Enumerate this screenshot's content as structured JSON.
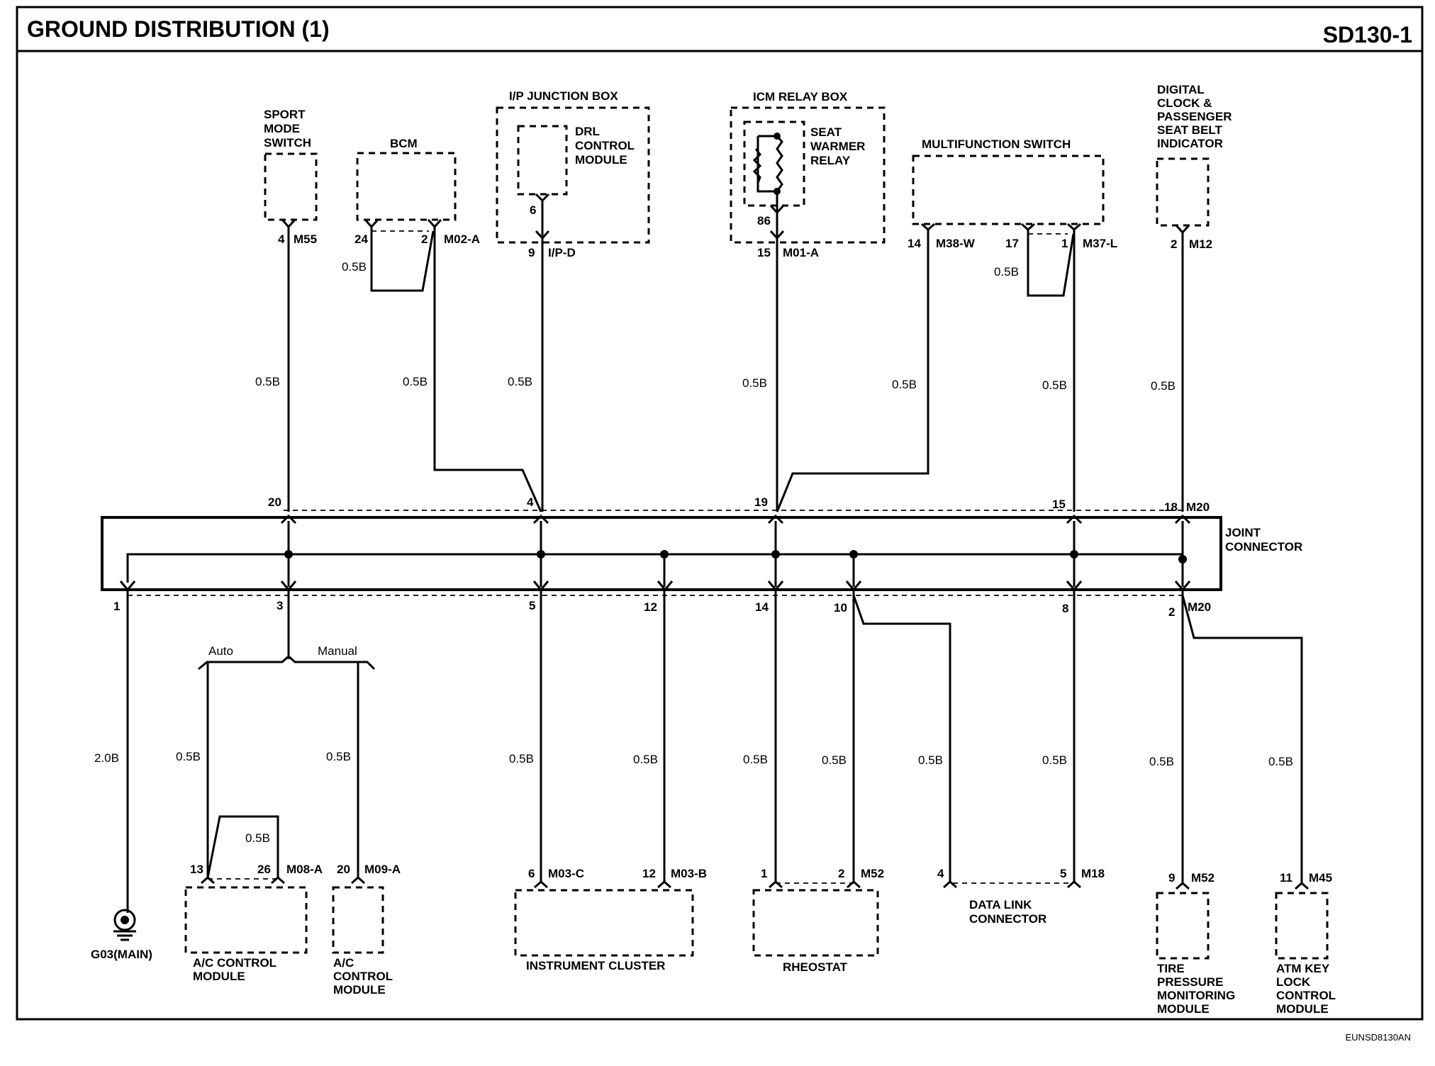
{
  "header": {
    "title": "GROUND DISTRIBUTION (1)",
    "code": "SD130-1"
  },
  "footer_code": "EUNSD8130AN",
  "joint_connector": {
    "label_line1": "JOINT",
    "label_line2": "CONNECTOR",
    "connector_top": "M20",
    "connector_bottom": "M20"
  },
  "top_components": {
    "sport_mode": {
      "lines": [
        "SPORT",
        "MODE",
        "SWITCH"
      ],
      "pin": "4",
      "connector": "M55",
      "wire": "0.5B",
      "jc_pin": "20"
    },
    "bcm": {
      "name": "BCM",
      "pin_a": "24",
      "pin_b": "2",
      "connector": "M02-A",
      "jumper_wire": "0.5B",
      "wire": "0.5B",
      "jc_pin": "4"
    },
    "ip_junction": {
      "name": "I/P JUNCTION BOX",
      "module_lines": [
        "DRL",
        "CONTROL",
        "MODULE"
      ],
      "inner_pin": "6",
      "pin": "9",
      "connector": "I/P-D",
      "wire": "0.5B"
    },
    "icm_relay": {
      "name": "ICM RELAY BOX",
      "module_lines": [
        "SEAT",
        "WARMER",
        "RELAY"
      ],
      "inner_pin": "86",
      "pin": "15",
      "connector": "M01-A",
      "wire": "0.5B",
      "jc_pin": "19"
    },
    "multifunction": {
      "name": "MULTIFUNCTION SWITCH",
      "pin_a": "14",
      "connector_a": "M38-W",
      "pin_b": "17",
      "pin_c": "1",
      "connector_b": "M37-L",
      "jumper_wire": "0.5B",
      "wire_a": "0.5B",
      "wire_b": "0.5B",
      "jc_pin": "15"
    },
    "digital_clock": {
      "lines": [
        "DIGITAL",
        "CLOCK &",
        "PASSENGER",
        "SEAT BELT",
        "INDICATOR"
      ],
      "pin": "2",
      "connector": "M12",
      "wire": "0.5B",
      "jc_pin": "18"
    }
  },
  "bottom_components": {
    "ground": {
      "jc_pin": "1",
      "wire": "2.0B",
      "label": "G03(MAIN)"
    },
    "ac_branch": {
      "jc_pin": "3",
      "auto": "Auto",
      "manual": "Manual"
    },
    "ac_auto": {
      "wire": "0.5B",
      "jumper_wire": "0.5B",
      "pin_a": "13",
      "pin_b": "26",
      "connector": "M08-A",
      "lines": [
        "A/C CONTROL",
        "MODULE"
      ]
    },
    "ac_manual": {
      "wire": "0.5B",
      "pin": "20",
      "connector": "M09-A",
      "lines": [
        "A/C",
        "CONTROL",
        "MODULE"
      ]
    },
    "cluster": {
      "jc_pin_a": "5",
      "jc_pin_b": "12",
      "wire_a": "0.5B",
      "wire_b": "0.5B",
      "pin_a": "6",
      "connector_a": "M03-C",
      "pin_b": "12",
      "connector_b": "M03-B",
      "name": "INSTRUMENT CLUSTER"
    },
    "rheostat": {
      "jc_pin_a": "14",
      "jc_pin_b": "10",
      "wire_a": "0.5B",
      "wire_b": "0.5B",
      "pin_a": "1",
      "pin_b": "2",
      "connector": "M52",
      "name": "RHEOSTAT"
    },
    "dlc": {
      "wire": "0.5B",
      "pin_a": "4",
      "pin_b": "5",
      "connector": "M18",
      "lines": [
        "DATA LINK",
        "CONNECTOR"
      ],
      "jc_pin": "8",
      "wire_b": "0.5B"
    },
    "tpms": {
      "jc_pin": "2",
      "wire": "0.5B",
      "pin": "9",
      "connector": "M52",
      "lines": [
        "TIRE",
        "PRESSURE",
        "MONITORING",
        "MODULE"
      ]
    },
    "atm": {
      "wire": "0.5B",
      "pin": "11",
      "connector": "M45",
      "lines": [
        "ATM KEY",
        "LOCK",
        "CONTROL",
        "MODULE"
      ]
    }
  }
}
